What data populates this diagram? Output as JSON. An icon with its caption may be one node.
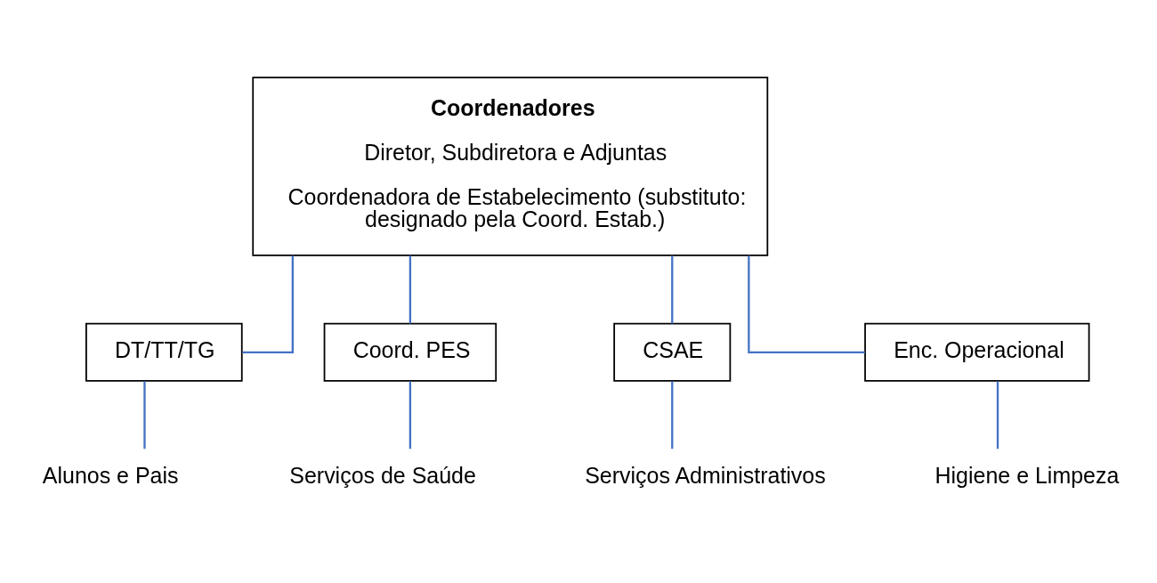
{
  "diagram": {
    "nodes": [
      {
        "text": [
          "Coordenadores",
          "Diretor, Subdiretora e Adjuntas",
          "Coordenadora de Estabelecimento (substituto: designado pela Coord. Estab.)"
        ]
      },
      {
        "text": [
          "DT/TT/TG"
        ]
      },
      {
        "text": [
          "Coord. PES"
        ]
      },
      {
        "text": [
          "CSAE"
        ]
      },
      {
        "text": [
          "Enc. Operacional"
        ]
      },
      {
        "text": [
          "Alunos e Pais"
        ]
      },
      {
        "text": [
          "Serviços de Saúde"
        ]
      },
      {
        "text": [
          "Serviços Administrativos"
        ]
      },
      {
        "text": [
          "Higiene e Limpeza"
        ]
      }
    ],
    "edges": [
      {
        "from": 0,
        "to": 1,
        "arrow": "none"
      },
      {
        "from": 0,
        "to": 2,
        "arrow": "none"
      },
      {
        "from": 0,
        "to": 3,
        "arrow": "none"
      },
      {
        "from": 0,
        "to": 4,
        "arrow": "none"
      },
      {
        "from": 1,
        "to": 5,
        "arrow": "none"
      },
      {
        "from": 2,
        "to": 6,
        "arrow": "none"
      },
      {
        "from": 3,
        "to": 7,
        "arrow": "none"
      },
      {
        "from": 4,
        "to": 8,
        "arrow": "none"
      }
    ]
  }
}
